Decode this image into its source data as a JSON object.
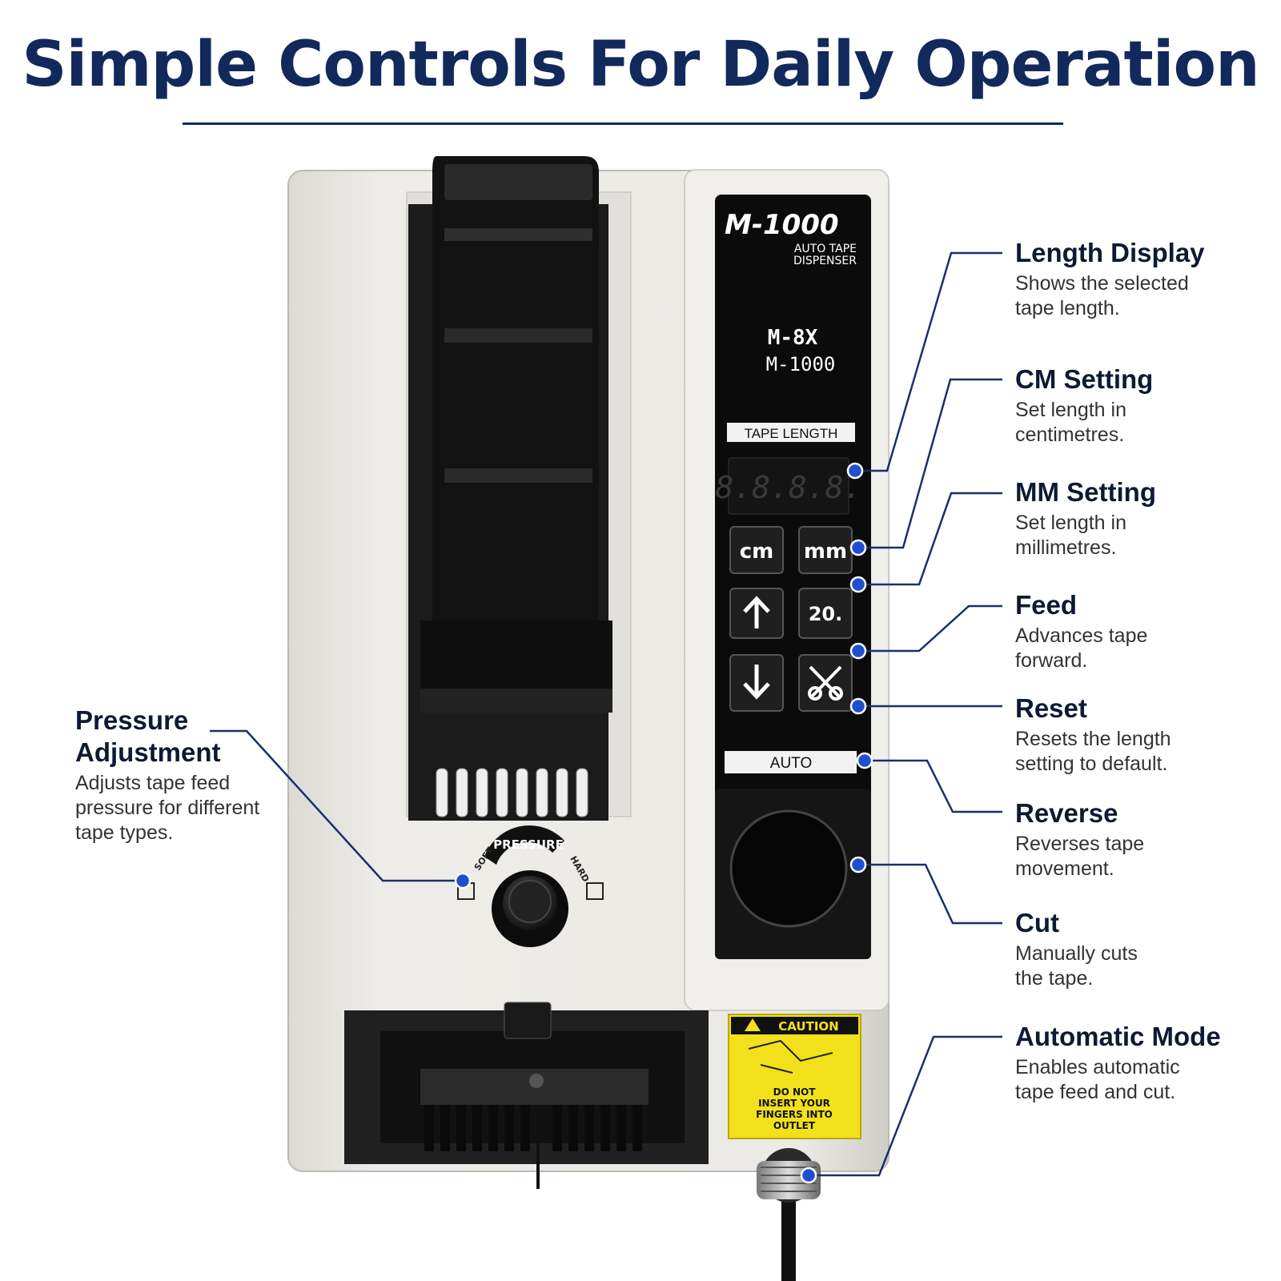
{
  "title": "Simple Controls For Daily Operation",
  "device": {
    "brand_logo": "M-1000",
    "brand_sub1": "AUTO TAPE",
    "brand_sub2": "DISPENSER",
    "model1": "M-8X",
    "model2": "M-1000",
    "tape_length_label": "TAPE LENGTH",
    "display_value": "8.8.8.8.",
    "btn_cm": "cm",
    "btn_mm": "mm",
    "btn_20": "20.",
    "auto_label": "AUTO",
    "pressure_label": "PRESSURE",
    "soft_label": "SOFT",
    "hard_label": "HARD",
    "caution_title": "CAUTION",
    "caution_text": [
      "DO NOT",
      "INSERT YOUR",
      "FINGERS INTO",
      "OUTLET"
    ]
  },
  "callouts": {
    "length_display": {
      "title": "Length Display",
      "desc": [
        "Shows the selected",
        "tape length."
      ]
    },
    "cm_setting": {
      "title": "CM Setting",
      "desc": [
        "Set length in",
        "centimetres."
      ]
    },
    "mm_setting": {
      "title": "MM Setting",
      "desc": [
        "Set length in",
        "millimetres."
      ]
    },
    "feed": {
      "title": "Feed",
      "desc": [
        "Advances tape",
        "forward."
      ]
    },
    "reset": {
      "title": "Reset",
      "desc": [
        "Resets the length",
        "setting to default."
      ]
    },
    "reverse": {
      "title": "Reverse",
      "desc": [
        "Reverses tape",
        "movement."
      ]
    },
    "cut": {
      "title": "Cut",
      "desc": [
        "Manually cuts",
        "the tape."
      ]
    },
    "automatic_mode": {
      "title": "Automatic Mode",
      "desc": [
        "Enables automatic",
        "tape feed and cut."
      ]
    },
    "pressure": {
      "title": [
        "Pressure",
        "Adjustment"
      ],
      "desc": [
        "Adjusts tape feed",
        "pressure for different",
        "tape types."
      ]
    }
  },
  "colors": {
    "accent": "#12295c",
    "callout_dot": "#1f4fd1",
    "caution": "#f2e11a"
  }
}
